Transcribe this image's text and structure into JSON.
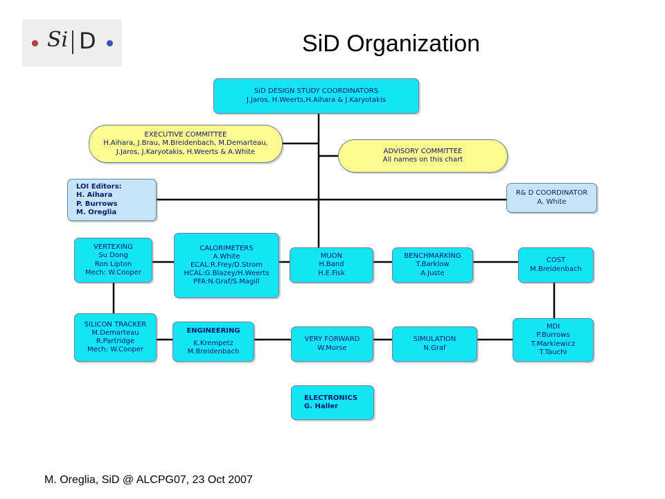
{
  "slide": {
    "title": "SiD Organization",
    "footer": "M. Oreglia, SiD @ ALCPG07, 23 Oct 2007",
    "logo": {
      "si": "Si",
      "d": "D"
    }
  },
  "colors": {
    "cyan_box": "#14e4f4",
    "light_blue_box": "#c6e4f8",
    "yellow_box": "#fbfb8e",
    "text": "#0a1a6e",
    "connector": "#000000"
  },
  "boxes": {
    "coordinators": {
      "lines": [
        "SiD DESIGN STUDY COORDINATORS",
        "J.Jaros, H.Weerts,H.Aihara & J.Karyotakis"
      ]
    },
    "executive": {
      "lines": [
        "EXECUTIVE  COMMITTEE",
        "H.Aihara, J.Brau, M.Breidenbach, M.Demarteau,",
        "J.Jaros, J.Karyotakis, H.Weerts & A.White"
      ]
    },
    "advisory": {
      "lines": [
        "ADVISORY  COMMITTEE",
        "All names on this chart"
      ]
    },
    "loi": {
      "lines": [
        "LOI Editors:",
        "H.  Aihara",
        "P.  Burrows",
        "M.  Oreglia"
      ]
    },
    "rd": {
      "lines": [
        "R& D  COORDINATOR",
        "A. White"
      ]
    },
    "vertexing": {
      "lines": [
        "VERTEXING",
        "Su Dong",
        "Ron Lipton",
        "Mech: W.Cooper"
      ]
    },
    "calorimeters": {
      "lines": [
        "CALORIMETERS",
        "A.White",
        "ECAL:R.Frey/D.Strom",
        "HCAL:G.Blazey/H.Weerts",
        "PFA:N.Graf/S.Magill"
      ]
    },
    "muon": {
      "lines": [
        "MUON",
        "H.Band",
        "H.E.Fisk"
      ]
    },
    "benchmarking": {
      "lines": [
        "BENCHMARKING",
        "T.Barklow",
        "A.Juste"
      ]
    },
    "cost": {
      "lines": [
        "COST",
        "M.Breidenbach"
      ]
    },
    "silicon": {
      "lines": [
        "SILICON TRACKER",
        "M.Demarteau",
        "R.Partridge",
        "Mech: W.Cooper"
      ]
    },
    "engineering": {
      "lines": [
        "ENGINEERING",
        "K.Krempetz",
        "M.Breidenbach"
      ]
    },
    "veryforward": {
      "lines": [
        "VERY FORWARD",
        "W.Morse"
      ]
    },
    "simulation": {
      "lines": [
        "SIMULATION",
        "N.Graf"
      ]
    },
    "mdi": {
      "lines": [
        "MDI",
        "P.Burrows",
        "T.Markiewicz",
        "T.Tauchi"
      ]
    },
    "electronics": {
      "lines": [
        "ELECTRONICS",
        "G.  Haller"
      ]
    }
  }
}
